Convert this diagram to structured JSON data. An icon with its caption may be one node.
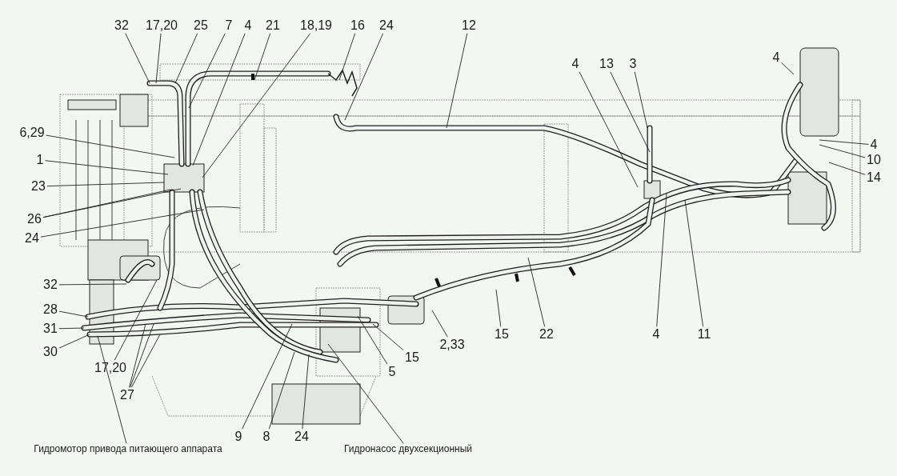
{
  "diagram": {
    "nodes": [
      {
        "text": [
          "32"
        ]
      },
      {
        "text": [
          "17,20"
        ]
      },
      {
        "text": [
          "25"
        ]
      },
      {
        "text": [
          "7"
        ]
      },
      {
        "text": [
          "4"
        ]
      },
      {
        "text": [
          "21"
        ]
      },
      {
        "text": [
          "18,19"
        ]
      },
      {
        "text": [
          "16"
        ]
      },
      {
        "text": [
          "24"
        ]
      },
      {
        "text": [
          "12"
        ]
      },
      {
        "text": [
          "4"
        ]
      },
      {
        "text": [
          "13"
        ]
      },
      {
        "text": [
          "3"
        ]
      },
      {
        "text": [
          "4"
        ]
      },
      {
        "text": [
          "4"
        ]
      },
      {
        "text": [
          "10"
        ]
      },
      {
        "text": [
          "14"
        ]
      },
      {
        "text": [
          "6,29"
        ]
      },
      {
        "text": [
          "1"
        ]
      },
      {
        "text": [
          "23"
        ]
      },
      {
        "text": [
          "26"
        ]
      },
      {
        "text": [
          "24"
        ]
      },
      {
        "text": [
          "32"
        ]
      },
      {
        "text": [
          "28"
        ]
      },
      {
        "text": [
          "31"
        ]
      },
      {
        "text": [
          "30"
        ]
      },
      {
        "text": [
          "17,20"
        ]
      },
      {
        "text": [
          "27"
        ]
      },
      {
        "text": [
          "2,33"
        ]
      },
      {
        "text": [
          "15"
        ]
      },
      {
        "text": [
          "5"
        ]
      },
      {
        "text": [
          "15"
        ]
      },
      {
        "text": [
          "22"
        ]
      },
      {
        "text": [
          "4"
        ]
      },
      {
        "text": [
          "11"
        ]
      },
      {
        "text": [
          "9"
        ]
      },
      {
        "text": [
          "8"
        ]
      },
      {
        "text": [
          "24"
        ]
      },
      {
        "text": [
          "Гидромотор привода питающего аппарата"
        ]
      },
      {
        "text": [
          "Гидронасос двухсекционный"
        ]
      }
    ],
    "edges": [
      {
        "from": 0,
        "to": null,
        "arrow": "none"
      },
      {
        "from": 1,
        "to": null,
        "arrow": "none"
      },
      {
        "from": 2,
        "to": null,
        "arrow": "none"
      },
      {
        "from": 3,
        "to": null,
        "arrow": "none"
      },
      {
        "from": 4,
        "to": null,
        "arrow": "none"
      },
      {
        "from": 5,
        "to": null,
        "arrow": "none"
      },
      {
        "from": 6,
        "to": null,
        "arrow": "none"
      },
      {
        "from": 7,
        "to": null,
        "arrow": "none"
      },
      {
        "from": 8,
        "to": null,
        "arrow": "none"
      },
      {
        "from": 9,
        "to": null,
        "arrow": "none"
      },
      {
        "from": 10,
        "to": null,
        "arrow": "none"
      },
      {
        "from": 11,
        "to": null,
        "arrow": "none"
      },
      {
        "from": 12,
        "to": null,
        "arrow": "none"
      },
      {
        "from": 13,
        "to": null,
        "arrow": "none"
      },
      {
        "from": 14,
        "to": null,
        "arrow": "none"
      },
      {
        "from": 15,
        "to": null,
        "arrow": "none"
      },
      {
        "from": 16,
        "to": null,
        "arrow": "none"
      },
      {
        "from": 17,
        "to": null,
        "arrow": "none"
      },
      {
        "from": 18,
        "to": null,
        "arrow": "none"
      },
      {
        "from": 19,
        "to": null,
        "arrow": "none"
      },
      {
        "from": 20,
        "to": null,
        "arrow": "none"
      },
      {
        "from": 20,
        "to": null,
        "arrow": "none"
      },
      {
        "from": 21,
        "to": null,
        "arrow": "none"
      },
      {
        "from": 22,
        "to": null,
        "arrow": "none"
      },
      {
        "from": 23,
        "to": null,
        "arrow": "none"
      },
      {
        "from": 24,
        "to": null,
        "arrow": "none"
      },
      {
        "from": 25,
        "to": null,
        "arrow": "none"
      },
      {
        "from": 26,
        "to": null,
        "arrow": "none"
      },
      {
        "from": 27,
        "to": null,
        "arrow": "none"
      },
      {
        "from": 27,
        "to": null,
        "arrow": "none"
      },
      {
        "from": 27,
        "to": null,
        "arrow": "none"
      },
      {
        "from": 28,
        "to": null,
        "arrow": "none"
      },
      {
        "from": 29,
        "to": null,
        "arrow": "none"
      },
      {
        "from": 30,
        "to": null,
        "arrow": "none"
      },
      {
        "from": 31,
        "to": null,
        "arrow": "none"
      },
      {
        "from": 32,
        "to": null,
        "arrow": "none"
      },
      {
        "from": 33,
        "to": null,
        "arrow": "none"
      },
      {
        "from": 34,
        "to": null,
        "arrow": "none"
      },
      {
        "from": 35,
        "to": null,
        "arrow": "none"
      },
      {
        "from": 36,
        "to": null,
        "arrow": "none"
      },
      {
        "from": 37,
        "to": null,
        "arrow": "none"
      },
      {
        "from": 38,
        "to": null,
        "arrow": "none"
      },
      {
        "from": 39,
        "to": null,
        "arrow": "none"
      }
    ]
  }
}
